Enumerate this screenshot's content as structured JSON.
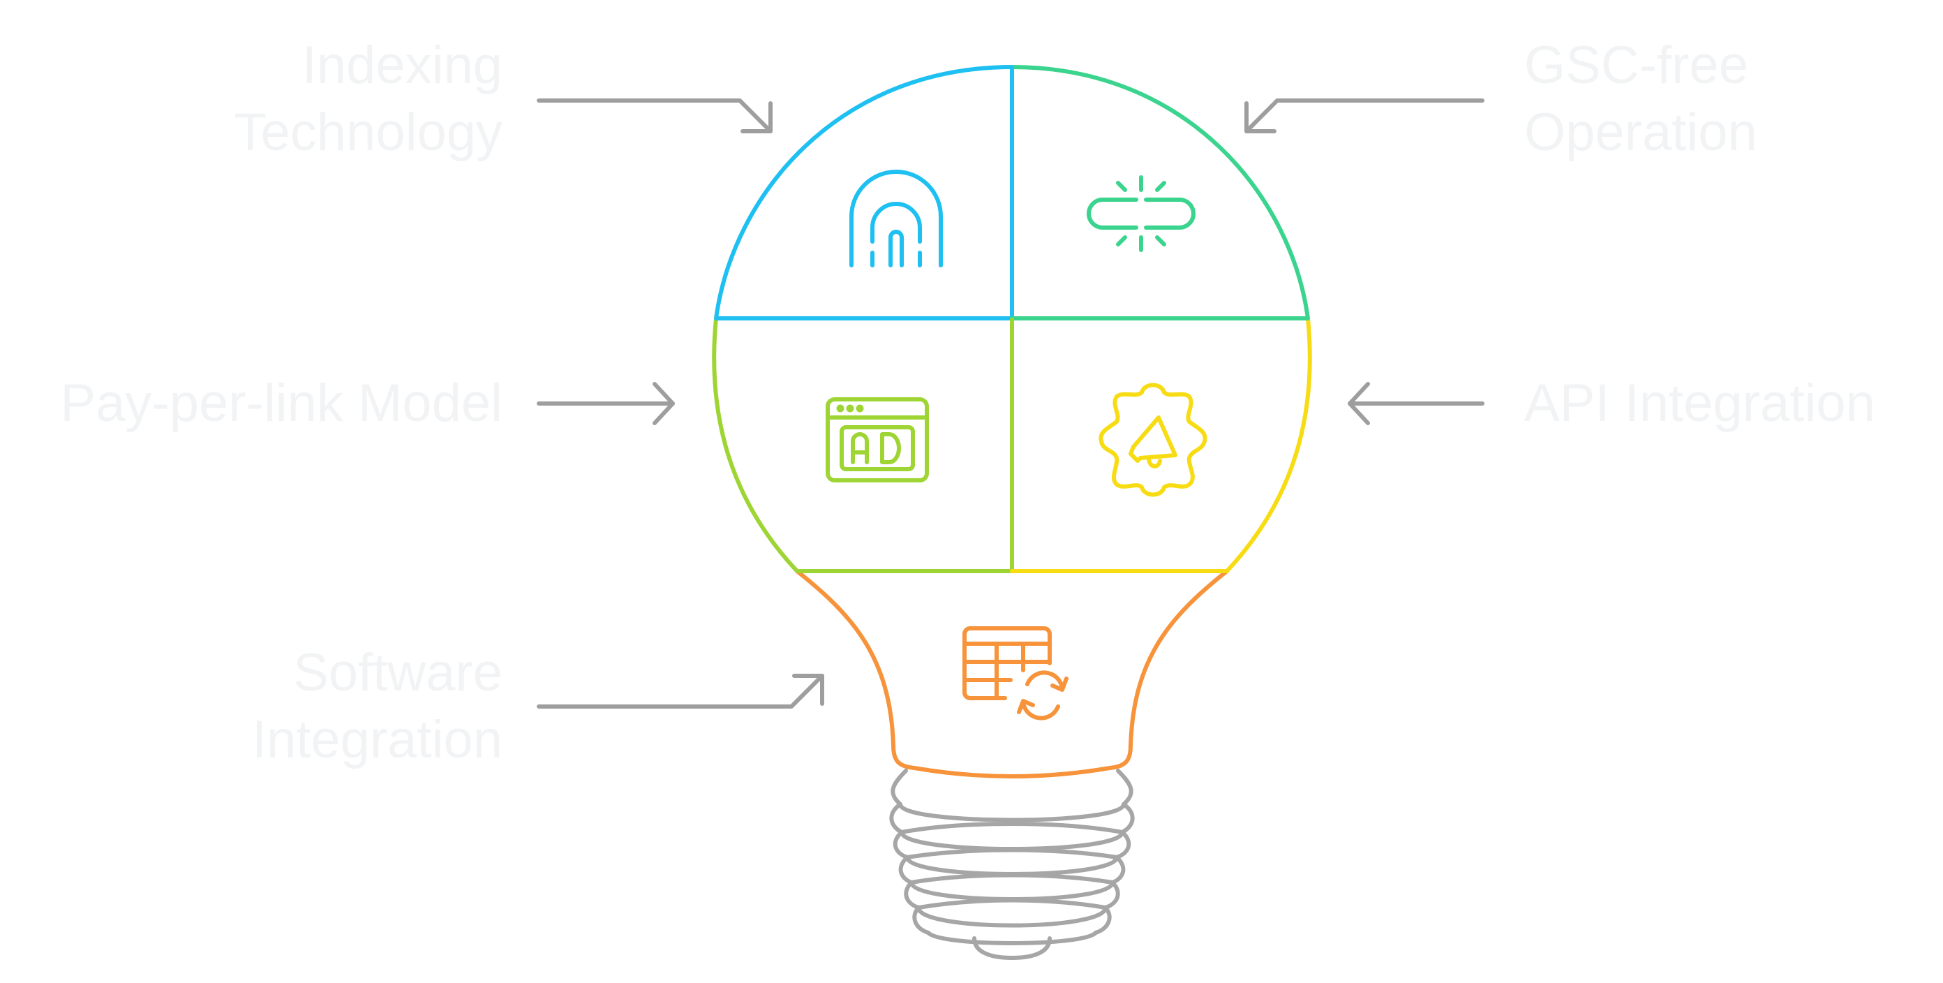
{
  "labels": {
    "indexing_technology": "Indexing\nTechnology",
    "gsc_free_operation": "GSC-free\nOperation",
    "pay_per_link_model": "Pay-per-link Model",
    "api_integration": "API Integration",
    "software_integration": "Software\nIntegration"
  },
  "icons": {
    "top_left": "fingerprint-icon",
    "top_right": "broken-link-icon",
    "middle_left": "ad-browser-icon",
    "middle_right": "megaphone-gear-icon",
    "bottom": "spreadsheet-sync-icon"
  },
  "colors": {
    "label_text": "#f1f3f5",
    "arrow": "#9e9e9e",
    "blue": "#1ec0f2",
    "teal": "#3bd48e",
    "lime": "#9ed534",
    "yellow": "#f7dc14",
    "orange": "#f7933a",
    "base": "#a6a6a6"
  }
}
